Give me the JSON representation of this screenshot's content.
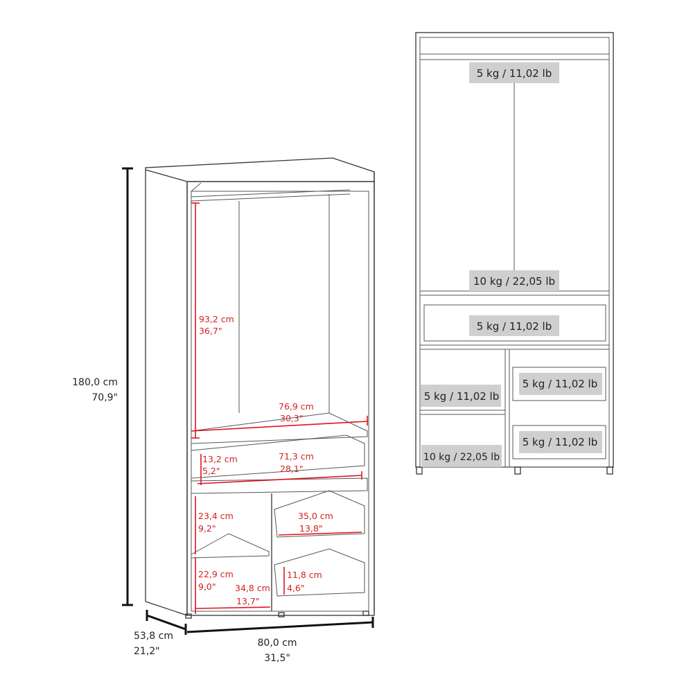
{
  "overall": {
    "height_cm": "180,0 cm",
    "height_in": "70,9\"",
    "width_cm": "80,0 cm",
    "width_in": "31,5\"",
    "depth_cm": "53,8 cm",
    "depth_in": "21,2\""
  },
  "inner_dimensions": [
    {
      "cm": "93,2 cm",
      "in": "36,7\""
    },
    {
      "cm": "76,9 cm",
      "in": "30,3\""
    },
    {
      "cm": "13,2 cm",
      "in": "5,2\""
    },
    {
      "cm": "71,3 cm",
      "in": "28,1\""
    },
    {
      "cm": "23,4 cm",
      "in": "9,2\""
    },
    {
      "cm": "35,0 cm",
      "in": "13,8\""
    },
    {
      "cm": "22,9 cm",
      "in": "9,0\""
    },
    {
      "cm": "34,8 cm",
      "in": "13,7\""
    },
    {
      "cm": "11,8 cm",
      "in": "4,6\""
    }
  ],
  "load_capacities": [
    "5 kg / 11,02 lb",
    "10 kg / 22,05 lb",
    "5 kg / 11,02 lb",
    "5 kg / 11,02 lb",
    "5 kg / 11,02 lb",
    "5 kg / 11,02 lb",
    "10 kg / 22,05 lb"
  ],
  "colors": {
    "dimension_lines": "#e0141e",
    "label_background": "#cfcfcf"
  }
}
